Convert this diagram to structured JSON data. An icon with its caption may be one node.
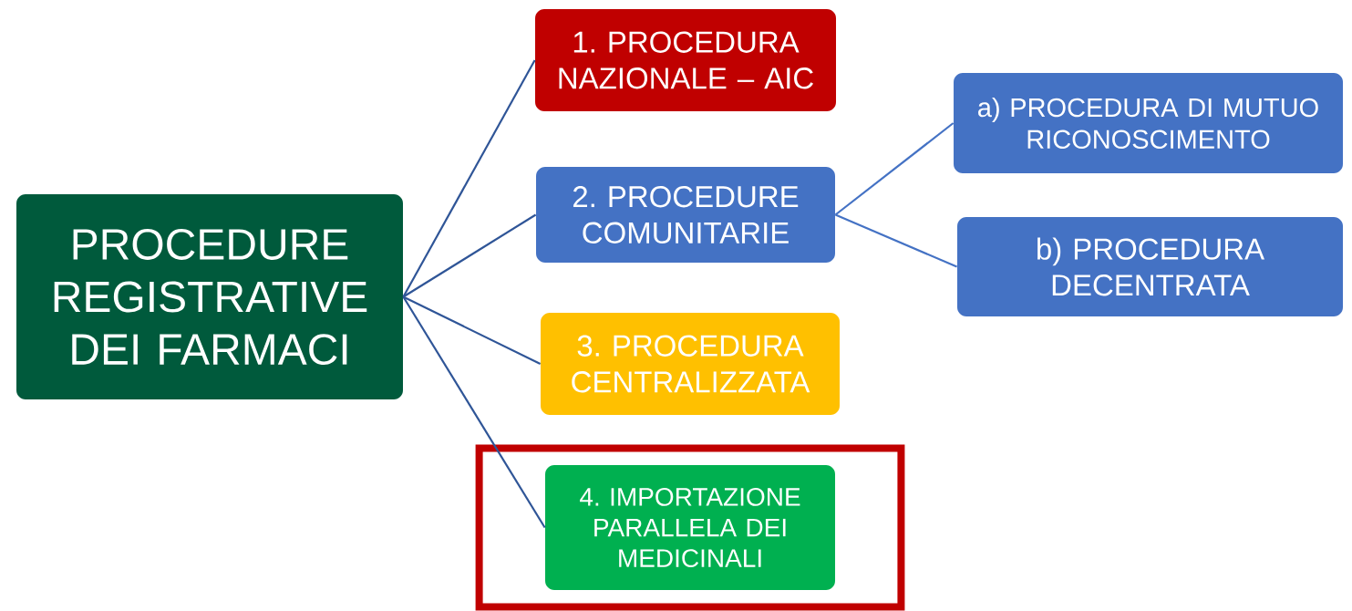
{
  "diagram": {
    "nodes": [
      {
        "text": [
          "PROCEDURE REGISTRATIVE DEI FARMACI"
        ]
      },
      {
        "text": [
          "1. PROCEDURA NAZIONALE – AIC"
        ]
      },
      {
        "text": [
          "2. PROCEDURE COMUNITARIE"
        ]
      },
      {
        "text": [
          "3. PROCEDURA CENTRALIZZATA"
        ]
      },
      {
        "text": [],
        "shape": "box"
      },
      {
        "text": [
          "4. IMPORTAZIONE PARALLELA DEI MEDICINALI"
        ],
        "in": 4
      },
      {
        "text": [
          "a) PROCEDURA DI MUTUO RICONOSCIMENTO"
        ]
      },
      {
        "text": [
          "b) PROCEDURA DECENTRATA"
        ]
      }
    ],
    "edges": [
      {
        "from": 0,
        "to": 1,
        "arrow": "none"
      },
      {
        "from": 0,
        "to": 2,
        "arrow": "none"
      },
      {
        "from": 0,
        "to": 3,
        "arrow": "none"
      },
      {
        "from": 0,
        "to": 5,
        "arrow": "none"
      },
      {
        "from": 2,
        "to": 6,
        "arrow": "none",
        "color": "#4472c4"
      },
      {
        "from": 2,
        "to": 7,
        "arrow": "none",
        "color": "#4472c4"
      }
    ]
  }
}
